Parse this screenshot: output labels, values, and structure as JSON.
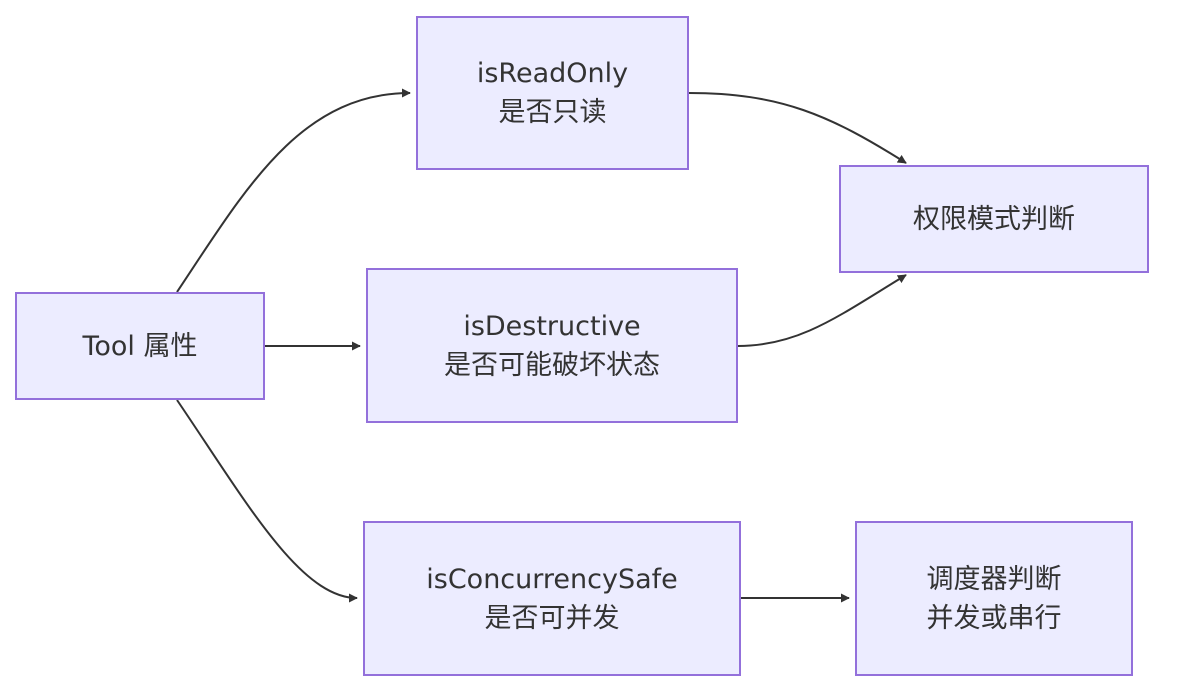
{
  "nodes": {
    "tool": {
      "line1": "Tool 属性"
    },
    "read_only": {
      "line1": "isReadOnly",
      "line2": "是否只读"
    },
    "destructive": {
      "line1": "isDestructive",
      "line2": "是否可能破坏状态"
    },
    "concurrency": {
      "line1": "isConcurrencySafe",
      "line2": "是否可并发"
    },
    "permission": {
      "line1": "权限模式判断"
    },
    "scheduler": {
      "line1": "调度器判断",
      "line2": "并发或串行"
    }
  },
  "edges": [
    {
      "from": "tool",
      "to": "read_only"
    },
    {
      "from": "tool",
      "to": "destructive"
    },
    {
      "from": "tool",
      "to": "concurrency"
    },
    {
      "from": "read_only",
      "to": "permission"
    },
    {
      "from": "destructive",
      "to": "permission"
    },
    {
      "from": "concurrency",
      "to": "scheduler"
    }
  ],
  "colors": {
    "node_fill": "#ececff",
    "node_border": "#9370db",
    "text": "#333333",
    "edge": "#333333"
  }
}
